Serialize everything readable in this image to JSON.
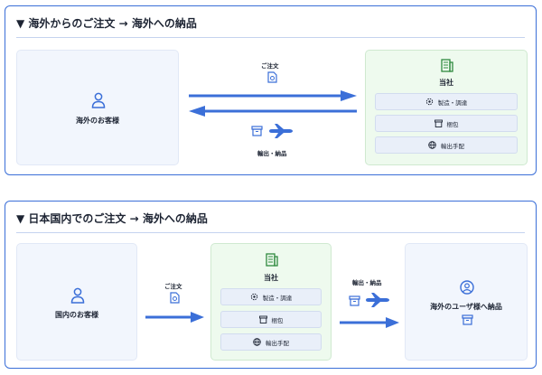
{
  "section1": {
    "title": "▼ 海外からのご注文 → 海外への納品",
    "customer_label": "海外のお客様",
    "order_label": "ご注文",
    "shipping_label": "輸出・納品",
    "company_label": "当社",
    "tasks": [
      "製造・調達",
      "梱包",
      "輸出手配"
    ]
  },
  "section2": {
    "title": "▼ 日本国内でのご注文 → 海外への納品",
    "customer_label": "国内のお客様",
    "order_label": "ご注文",
    "company_label": "当社",
    "tasks": [
      "製造・調達",
      "梱包",
      "輸出手配"
    ],
    "shipping_label": "輸出・納品",
    "destination_label": "海外のユーザ様へ納品"
  },
  "colors": {
    "accent": "#3b6fd8",
    "customer_bg": "#f2f6fd",
    "company_bg": "#eefaee",
    "company_icon": "#2f8a3f"
  },
  "icons": [
    "user-icon",
    "document-icon",
    "building-icon",
    "gear-icon",
    "box-icon",
    "globe-icon",
    "airplane-icon",
    "arrow-right-icon",
    "arrow-left-icon"
  ]
}
